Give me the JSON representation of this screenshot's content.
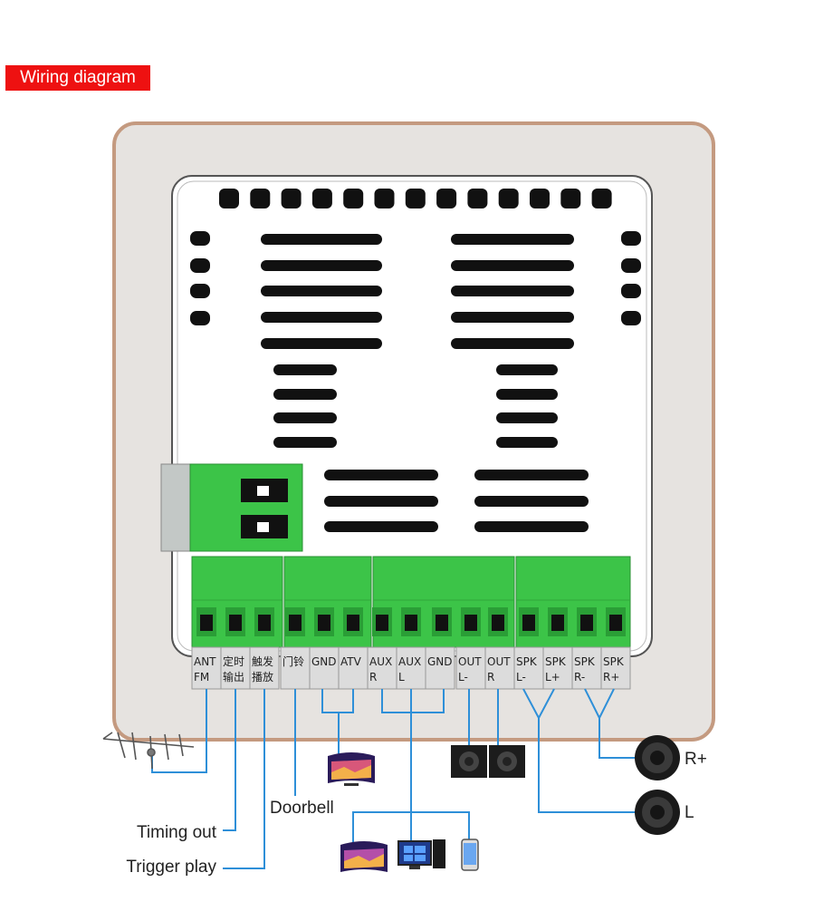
{
  "title": "Wiring diagram",
  "terminals": [
    {
      "line1": "ANT",
      "line2": "FM"
    },
    {
      "line1": "定时",
      "line2": "输出"
    },
    {
      "line1": "触发",
      "line2": "播放"
    },
    {
      "line1": "门铃",
      "line2": ""
    },
    {
      "line1": "GND",
      "line2": ""
    },
    {
      "line1": "ATV",
      "line2": ""
    },
    {
      "line1": "AUX",
      "line2": "R"
    },
    {
      "line1": "AUX",
      "line2": "L"
    },
    {
      "line1": "GND",
      "line2": ""
    },
    {
      "line1": "OUT",
      "line2": "L-"
    },
    {
      "line1": "OUT",
      "line2": "R"
    },
    {
      "line1": "SPK",
      "line2": "L-"
    },
    {
      "line1": "SPK",
      "line2": "L+"
    },
    {
      "line1": "SPK",
      "line2": "R-"
    },
    {
      "line1": "SPK",
      "line2": "R+"
    }
  ],
  "labels": {
    "timing_out": "Timing out",
    "trigger_play": "Trigger play",
    "doorbell": "Doorbell",
    "r_plus": "R+",
    "l": "L"
  },
  "colors": {
    "badge": "#ee1111",
    "frame_border": "#c49a80",
    "frame_fill": "#e6e3e0",
    "terminal_green": "#3cc448",
    "wire": "#2e8fd8"
  },
  "icons": [
    "antenna-icon",
    "tv-icon",
    "speaker-pair-icon",
    "computer-icon",
    "phone-icon",
    "loudspeaker-icon"
  ]
}
